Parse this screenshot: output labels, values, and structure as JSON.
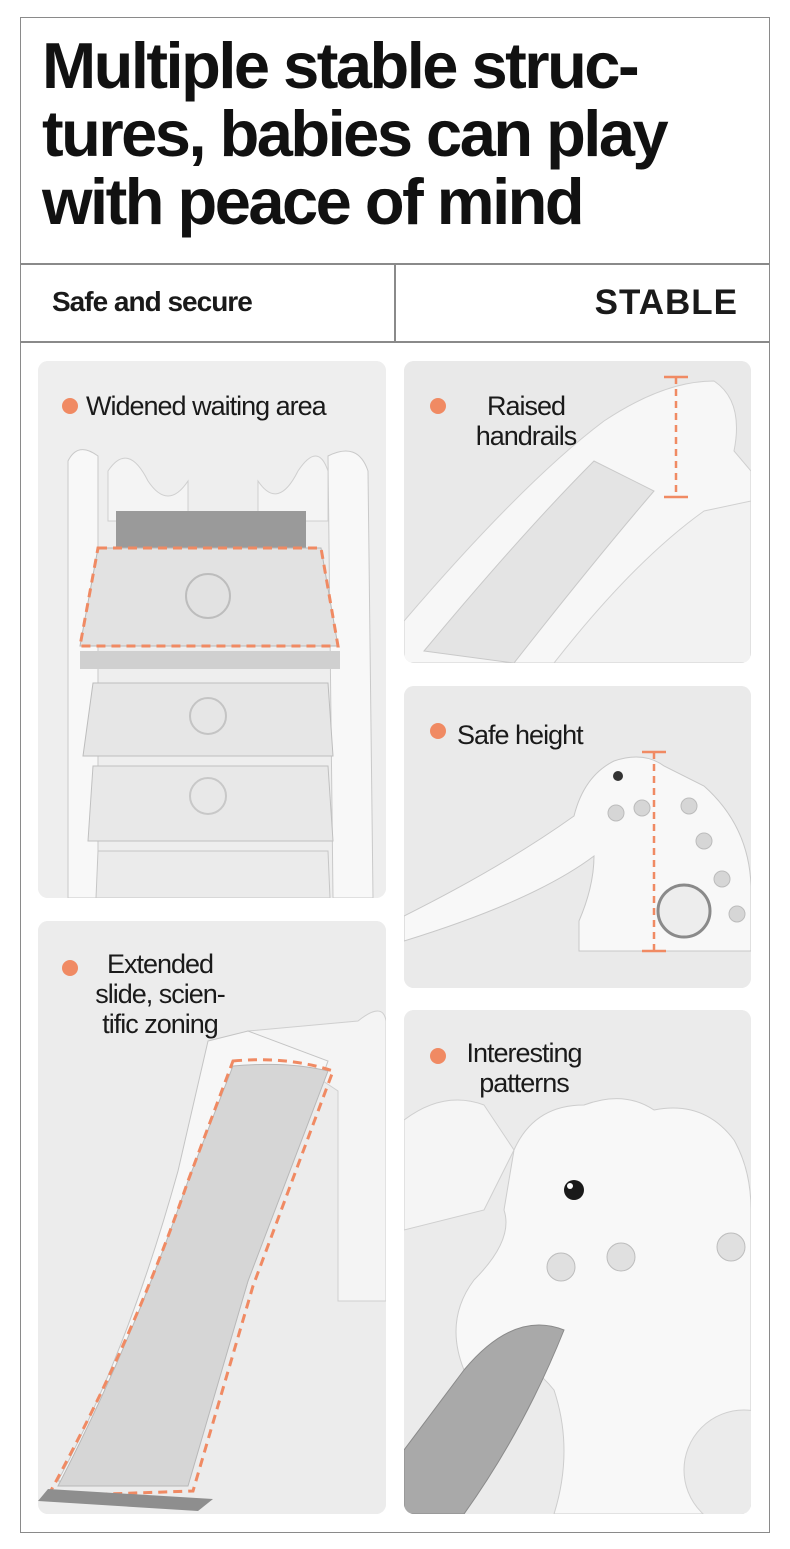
{
  "headline": {
    "line1": "Multiple stable struc-",
    "line2": "tures, babies can play",
    "line3": "with peace of mind"
  },
  "subheader": {
    "left": "Safe and secure",
    "right": "STABLE"
  },
  "features": {
    "waiting_area": "Widened waiting area",
    "handrails": {
      "line1": "Raised",
      "line2": "handrails"
    },
    "safe_height": "Safe height",
    "extended_slide": {
      "line1": "Extended",
      "line2": "slide, scien-",
      "line3": "tific zoning"
    },
    "patterns": {
      "line1": "Interesting",
      "line2": "patterns"
    }
  },
  "colors": {
    "accent": "#f08a63",
    "border": "#8a8a8a",
    "panel_bg": "#ececec"
  }
}
